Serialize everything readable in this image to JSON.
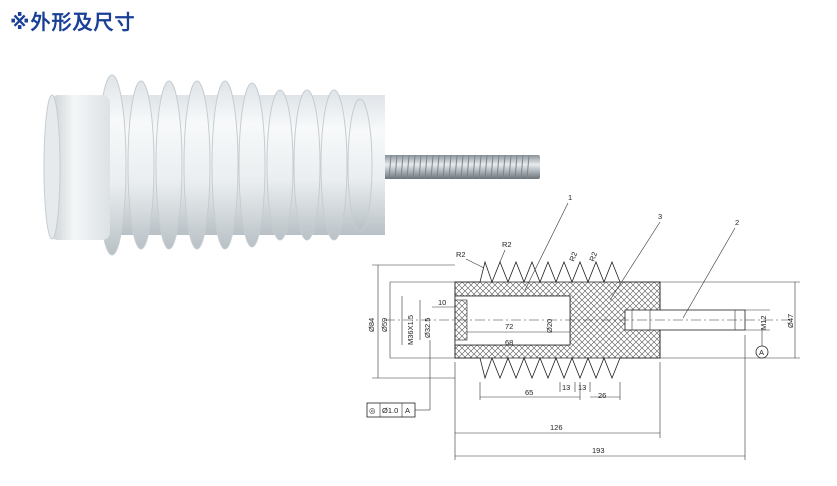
{
  "title": "※外形及尺寸",
  "drawing": {
    "callouts": [
      "1",
      "2",
      "3"
    ],
    "radius_labels": [
      "R2",
      "R2",
      "R2",
      "R2"
    ],
    "dimensions": {
      "d84": "Ø84",
      "d59": "Ø59",
      "m36": "M36X1.5",
      "d32": "Ø32.5",
      "d20": "Ø20",
      "m12": "M12",
      "d47": "Ø47",
      "l10": "10",
      "l72": "72",
      "l68": "68",
      "l65": "65",
      "l13a": "13",
      "l13b": "13",
      "l26": "26",
      "l126": "126",
      "l193": "193"
    },
    "datum": "A",
    "tolerance": {
      "symbol": "◎",
      "value": "Ø1.0",
      "datum": "A"
    }
  }
}
